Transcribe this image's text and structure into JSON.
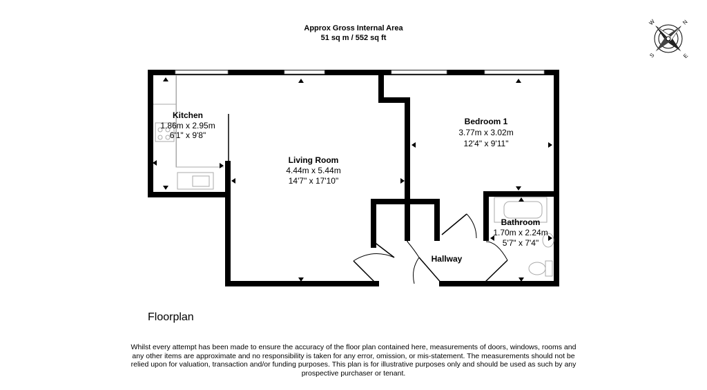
{
  "header": {
    "line1": "Approx Gross Internal Area",
    "line2": "51 sq m / 552 sq ft"
  },
  "rooms": [
    {
      "name": "Kitchen",
      "metric": "1.86m x 2.95m",
      "imperial": "6'1\" x 9'8\""
    },
    {
      "name": "Living Room",
      "metric": "4.44m x 5.44m",
      "imperial": "14'7\" x 17'10\""
    },
    {
      "name": "Bedroom 1",
      "metric": "3.77m x 3.02m",
      "imperial": "12'4\" x 9'11\""
    },
    {
      "name": "Bathroom",
      "metric": "1.70m x 2.24m",
      "imperial": "5'7\" x 7'4\""
    },
    {
      "name": "Hallway"
    }
  ],
  "compass": {
    "labels": [
      "N",
      "E",
      "S",
      "W"
    ],
    "icon": "compass-rose-icon"
  },
  "floor_label": "Floorplan",
  "disclaimer": "Whilst every attempt has been made to ensure the accuracy of the floor plan contained here, measurements of doors, windows, rooms and any other items are approximate and no responsibility is taken for any error, omission, or mis-statement. The measurements should not be relied upon for valuation, transaction and/or funding purposes. This plan is for illustrative purposes only and should be used as such by any prospective purchaser or tenant."
}
